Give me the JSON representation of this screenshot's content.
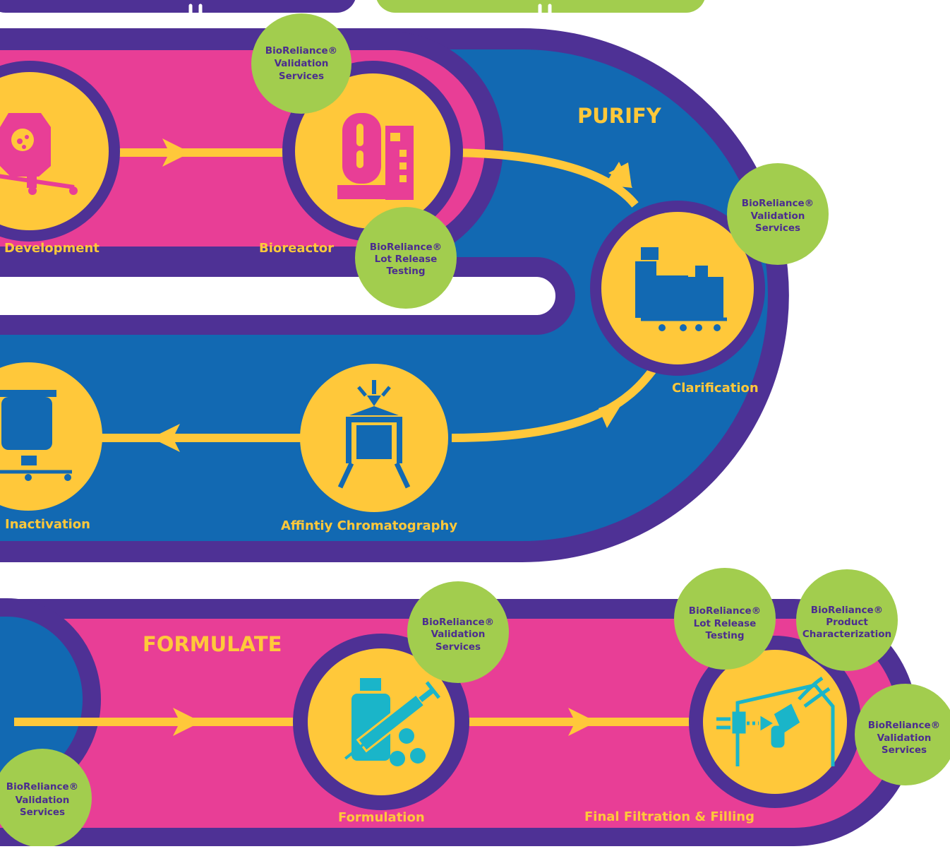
{
  "colors": {
    "purple": "#4E3195",
    "pink": "#E83E96",
    "blue": "#1269B2",
    "yellow": "#FFC83A",
    "green": "#A2CD4E",
    "cyan": "#1AB5C9",
    "bubble_text": "#4B2D8F",
    "white": "#FFFFFF"
  },
  "sections": {
    "purify": "PURIFY",
    "formulate": "FORMULATE"
  },
  "steps": {
    "development": "Development",
    "bioreactor": "Bioreactor",
    "clarification": "Clarification",
    "affinity": "Affintiy Chromatography",
    "inactivation": "Inactivation",
    "formulation": "Formulation",
    "final_filling": "Final Filtration & Filling"
  },
  "bubbles": {
    "bioreactor_validation": [
      "BioReliance®",
      "Validation",
      "Services"
    ],
    "bioreactor_lot": [
      "BioReliance®",
      "Lot Release",
      "Testing"
    ],
    "clarification_validation": [
      "BioReliance®",
      "Validation",
      "Services"
    ],
    "formulation_validation": [
      "BioReliance®",
      "Validation",
      "Services"
    ],
    "filling_lot": [
      "BioReliance®",
      "Lot Release",
      "Testing"
    ],
    "filling_characterization": [
      "BioReliance®",
      "Product",
      "Characterization"
    ],
    "filling_validation": [
      "BioReliance®",
      "Validation",
      "Services"
    ],
    "bottom_left_validation": [
      "BioReliance®",
      "Validation",
      "Services"
    ]
  },
  "icons": {
    "development": "cell-culture-vessel-icon",
    "bioreactor": "bioreactor-icon",
    "clarification": "clarification-skid-icon",
    "affinity": "chromatography-column-icon",
    "inactivation": "inactivation-tank-icon",
    "formulation": "vial-syringe-pills-icon",
    "final_filling": "filling-machine-icon"
  }
}
